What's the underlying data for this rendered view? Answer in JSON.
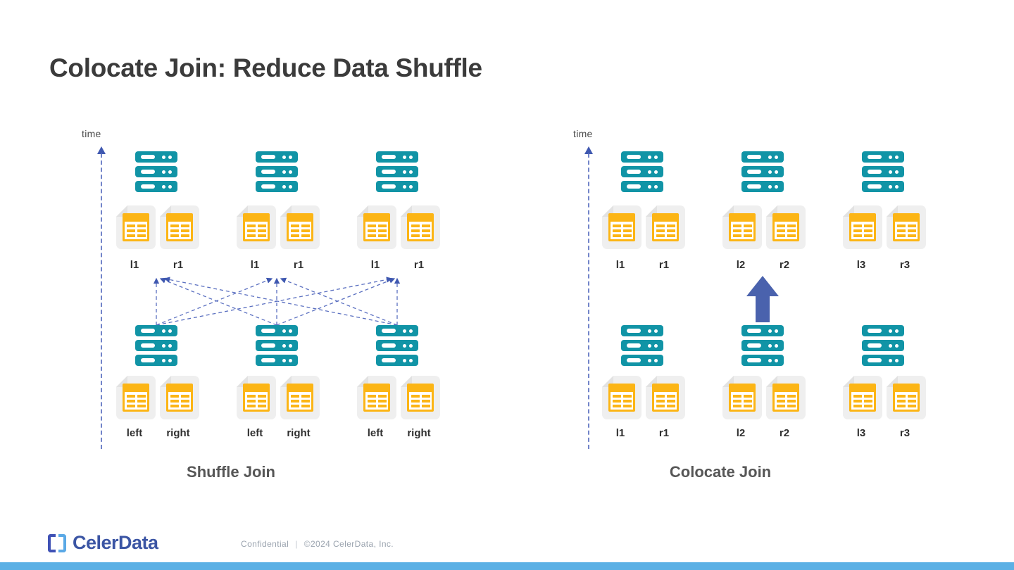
{
  "slide": {
    "title": "Colocate Join: Reduce Data Shuffle",
    "background": "#ffffff",
    "accent_bar_color": "#5bb0e5"
  },
  "colors": {
    "server_teal": "#1194a6",
    "file_yellow": "#fcb515",
    "file_page_gray": "#efefef",
    "arrow_blue": "#4a62ad",
    "dashed_arrow_blue": "#5a6fc0",
    "title_gray": "#3b3b3b",
    "caption_gray": "#565656",
    "brand_blue": "#3b55a4",
    "brand_light_blue": "#5aa9e6"
  },
  "diagrams": [
    {
      "id": "shuffle-join",
      "caption": "Shuffle Join",
      "axis_label": "time",
      "top_row": {
        "clusters": [
          {
            "labels": [
              "l1",
              "r1"
            ]
          },
          {
            "labels": [
              "l1",
              "r1"
            ]
          },
          {
            "labels": [
              "l1",
              "r1"
            ]
          }
        ]
      },
      "bottom_row": {
        "clusters": [
          {
            "labels": [
              "left",
              "right"
            ]
          },
          {
            "labels": [
              "left",
              "right"
            ]
          },
          {
            "labels": [
              "left",
              "right"
            ]
          }
        ]
      },
      "connector_style": "dashed-crossing-arrows",
      "connector_count": 9
    },
    {
      "id": "colocate-join",
      "caption": "Colocate Join",
      "axis_label": "time",
      "top_row": {
        "clusters": [
          {
            "labels": [
              "l1",
              "r1"
            ]
          },
          {
            "labels": [
              "l2",
              "r2"
            ]
          },
          {
            "labels": [
              "l3",
              "r3"
            ]
          }
        ]
      },
      "bottom_row": {
        "clusters": [
          {
            "labels": [
              "l1",
              "r1"
            ]
          },
          {
            "labels": [
              "l2",
              "r2"
            ]
          },
          {
            "labels": [
              "l3",
              "r3"
            ]
          }
        ]
      },
      "connector_style": "single-solid-up-arrow",
      "connector_count": 1
    }
  ],
  "footer": {
    "brand": "CelerData",
    "confidential": "Confidential",
    "separator": "|",
    "copyright": "©2024 CelerData, Inc."
  }
}
